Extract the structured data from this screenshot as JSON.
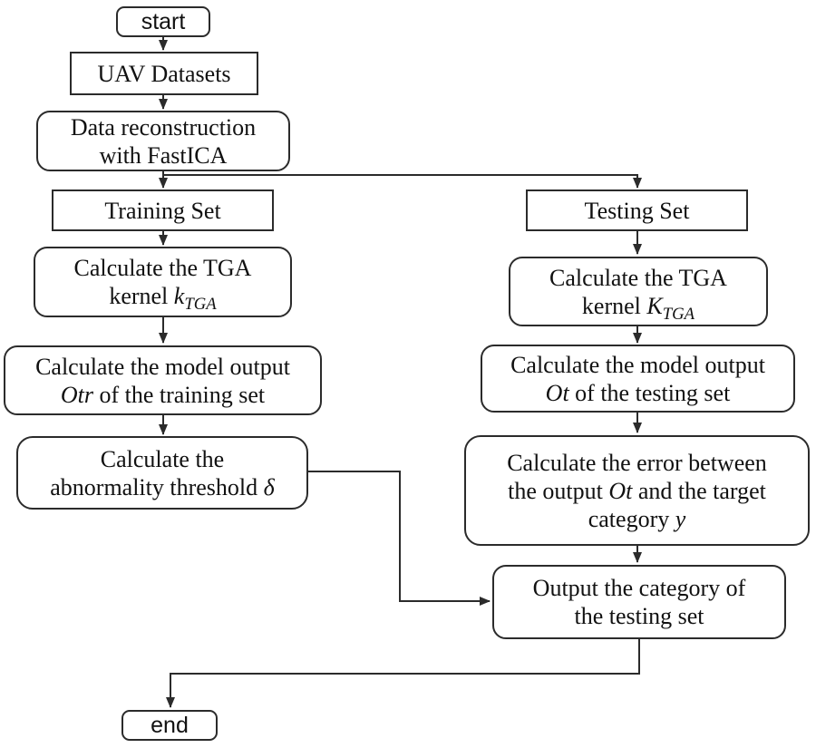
{
  "diagram": {
    "type": "flowchart",
    "background": "#ffffff",
    "line_color": "#2b2b2b",
    "text_color": "#111111",
    "nodes": {
      "start": {
        "label": "start"
      },
      "uav": {
        "label": "UAV Datasets"
      },
      "recon": {
        "line1": "Data reconstruction",
        "line2": "with FastICA"
      },
      "training_set": {
        "label": "Training Set"
      },
      "kernel_train": {
        "line1": "Calculate the TGA",
        "line2_pre": "kernel ",
        "var": "k",
        "sub": "TGA"
      },
      "output_train": {
        "line1": "Calculate the model output",
        "line2_var": "Otr",
        "line2_post": " of the training set"
      },
      "threshold": {
        "line1": "Calculate the",
        "line2_pre": "abnormality threshold ",
        "var": "δ"
      },
      "testing_set": {
        "label": "Testing Set"
      },
      "kernel_test": {
        "line1": "Calculate the TGA",
        "line2_pre": "kernel ",
        "var": "K",
        "sub": "TGA"
      },
      "output_test": {
        "line1": "Calculate the model output",
        "line2_var": "Ot",
        "line2_post": " of the testing set"
      },
      "error": {
        "line1": "Calculate the error between",
        "line2_pre": "the output ",
        "line2_var": "Ot",
        "line2_post": " and the target",
        "line3_pre": "category ",
        "line3_var": "y"
      },
      "output_cat": {
        "line1": "Output the category of",
        "line2": "the testing set"
      },
      "end": {
        "label": "end"
      }
    },
    "edges": [
      {
        "from": "start",
        "to": "uav"
      },
      {
        "from": "uav",
        "to": "recon"
      },
      {
        "from": "recon",
        "to": "training_set"
      },
      {
        "from": "recon",
        "to": "testing_set"
      },
      {
        "from": "training_set",
        "to": "kernel_train"
      },
      {
        "from": "kernel_train",
        "to": "output_train"
      },
      {
        "from": "output_train",
        "to": "threshold"
      },
      {
        "from": "threshold",
        "to": "output_cat"
      },
      {
        "from": "testing_set",
        "to": "kernel_test"
      },
      {
        "from": "kernel_test",
        "to": "output_test"
      },
      {
        "from": "output_test",
        "to": "error"
      },
      {
        "from": "error",
        "to": "output_cat"
      },
      {
        "from": "output_cat",
        "to": "end"
      }
    ]
  }
}
